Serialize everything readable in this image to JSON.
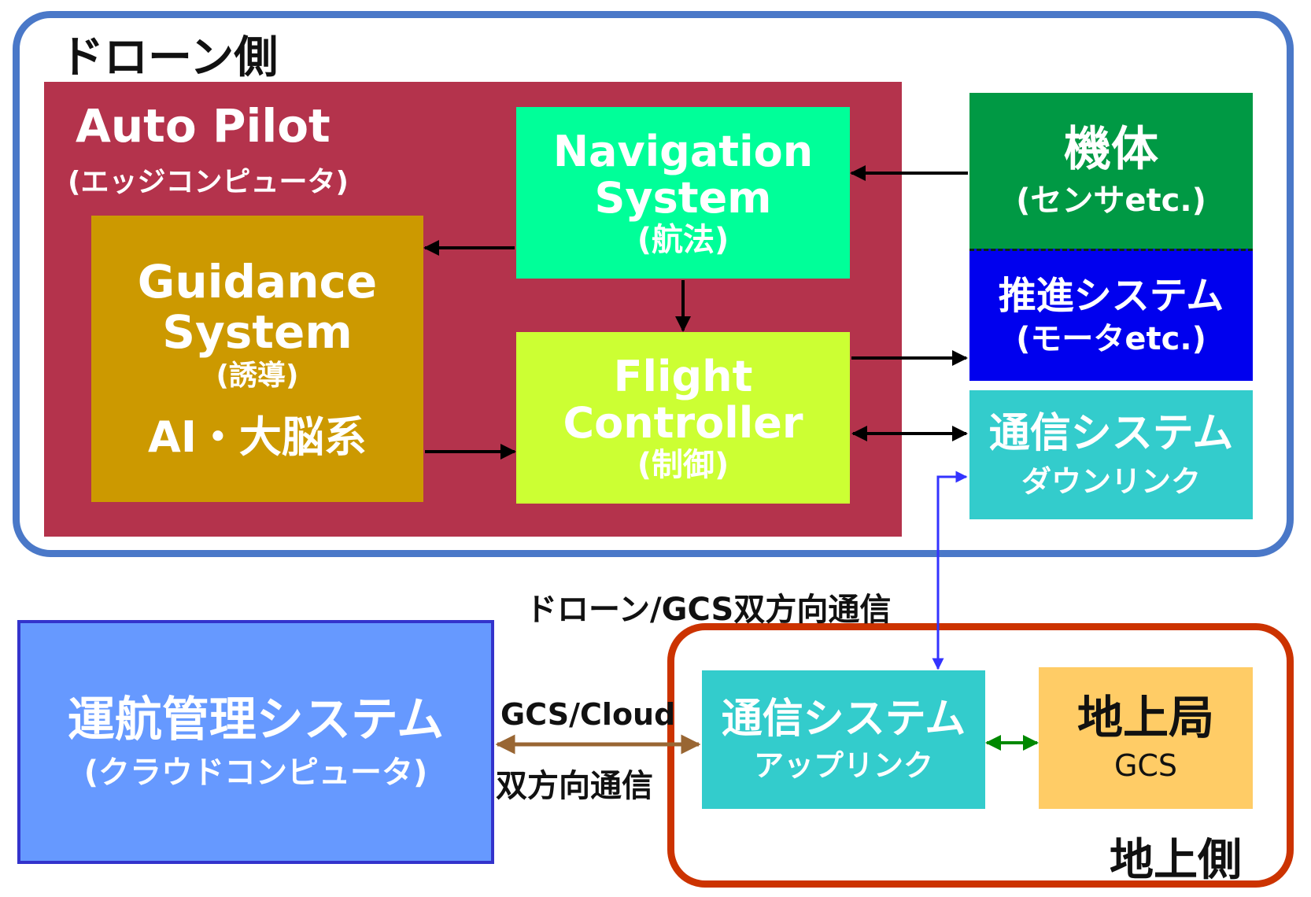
{
  "drone_side": {
    "title": "ドローン側"
  },
  "ground_side": {
    "title": "地上側"
  },
  "autopilot": {
    "title": "Auto Pilot",
    "subtitle": "(エッジコンピュータ)"
  },
  "guidance": {
    "line1": "Guidance",
    "line2": "System",
    "line3": "(誘導)",
    "line4": "AI・大脳系"
  },
  "navigation": {
    "line1": "Navigation",
    "line2": "System",
    "line3": "(航法)"
  },
  "flight_controller": {
    "line1": "Flight",
    "line2": "Controller",
    "line3": "(制御)"
  },
  "airframe": {
    "line1": "機体",
    "line2": "(センサetc.)"
  },
  "propulsion": {
    "line1": "推進システム",
    "line2": "(モータetc.)"
  },
  "comm_downlink": {
    "line1": "通信システム",
    "line2": "ダウンリンク"
  },
  "operations": {
    "line1": "運航管理システム",
    "line2": "(クラウドコンピュータ)"
  },
  "comm_uplink": {
    "line1": "通信システム",
    "line2": "アップリンク"
  },
  "ground_station": {
    "line1": "地上局",
    "line2": "GCS"
  },
  "labels": {
    "drone_gcs": "ドローン/GCS双方向通信",
    "gcs_cloud_1": "GCS/Cloud",
    "gcs_cloud_2": "双方向通信"
  },
  "colors": {
    "drone_border": "#4a78c8",
    "ground_border": "#cc3300",
    "autopilot": "#b4334c",
    "guidance": "#cc9900",
    "navigation": "#00ff99",
    "flight_controller": "#ccff33",
    "airframe": "#009944",
    "propulsion": "#0000ee",
    "communication": "#33cccc",
    "operations": "#6699ff",
    "ground_station": "#ffcc66",
    "arrow_black": "#000000",
    "arrow_blue": "#3333ff",
    "arrow_brown": "#996633",
    "arrow_green": "#008800"
  }
}
